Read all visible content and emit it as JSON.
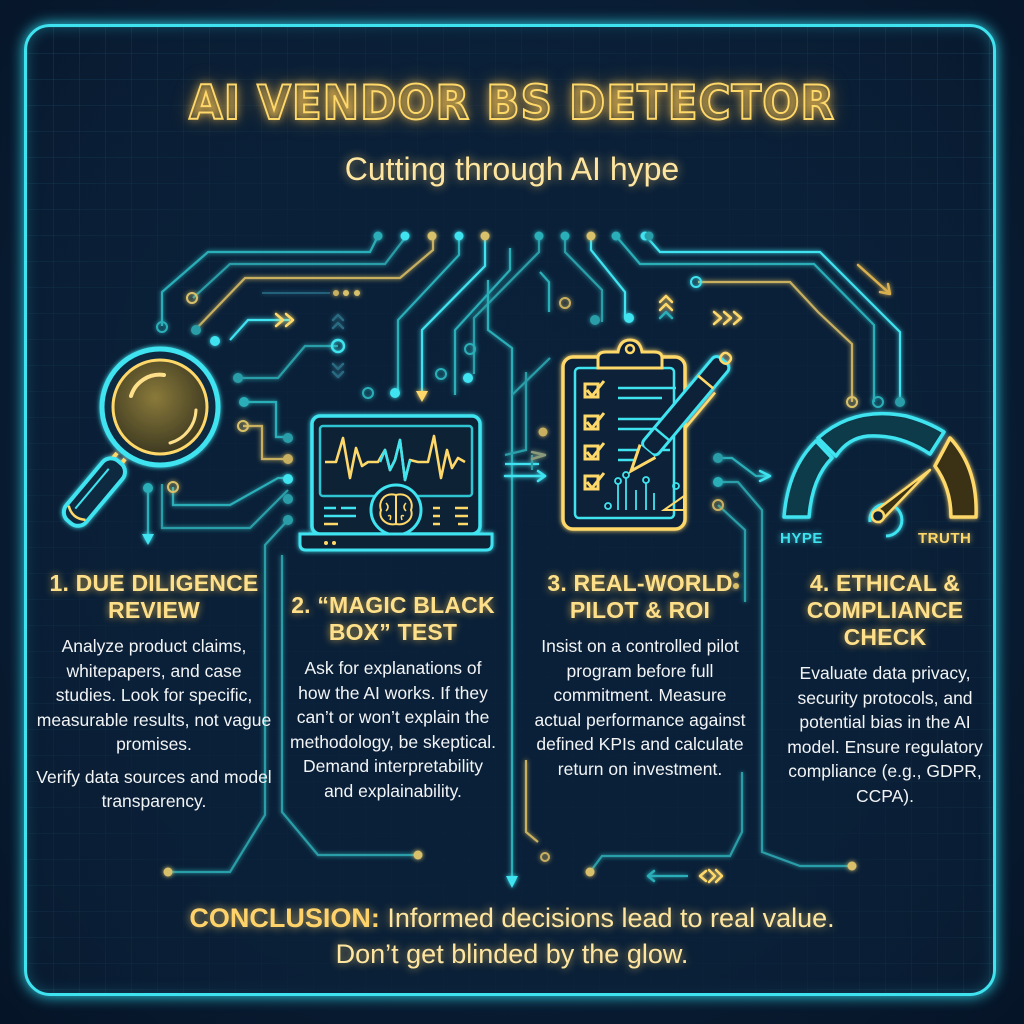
{
  "header": {
    "title": "AI VENDOR BS DETECTOR",
    "subtitle": "Cutting through AI hype"
  },
  "colors": {
    "background": "#0a2038",
    "frame_cyan": "#3fe3f0",
    "accent_gold": "#ffd86a",
    "body_text": "#f2f4f6"
  },
  "icons": [
    "magnifying-glass-icon",
    "laptop-heartbeat-brain-icon",
    "clipboard-checklist-pen-icon",
    "hype-truth-gauge-icon"
  ],
  "gauge": {
    "left_label": "HYPE",
    "right_label": "TRUTH"
  },
  "steps": [
    {
      "title_line1": "1. DUE DILIGENCE",
      "title_line2": "REVIEW",
      "body": "Analyze product claims, whitepapers, and case studies. Look for specific, measurable results, not vague promises.",
      "body2": "Verify data sources and model transparency."
    },
    {
      "title_line1": "2. “MAGIC BLACK",
      "title_line2": "BOX” TEST",
      "body": "Ask for explanations of how the AI works. If they can’t or won’t explain the methodology, be skeptical. Demand interpretability and explainability."
    },
    {
      "title_line1": "3. REAL-WORLD",
      "title_line2": "PILOT & ROI",
      "body": "Insist on a controlled pilot program before full commitment. Measure actual performance against defined KPIs and calculate return on investment."
    },
    {
      "title_line1": "4. ETHICAL &",
      "title_line2": "COMPLIANCE",
      "title_line3": "CHECK",
      "body": "Evaluate data privacy, security protocols, and potential bias in the AI model. Ensure regulatory compliance (e.g., GDPR, CCPA)."
    }
  ],
  "conclusion": {
    "label": "CONCLUSION:",
    "line1": "Informed decisions lead to real value.",
    "line2": "Don’t get blinded by the glow."
  }
}
